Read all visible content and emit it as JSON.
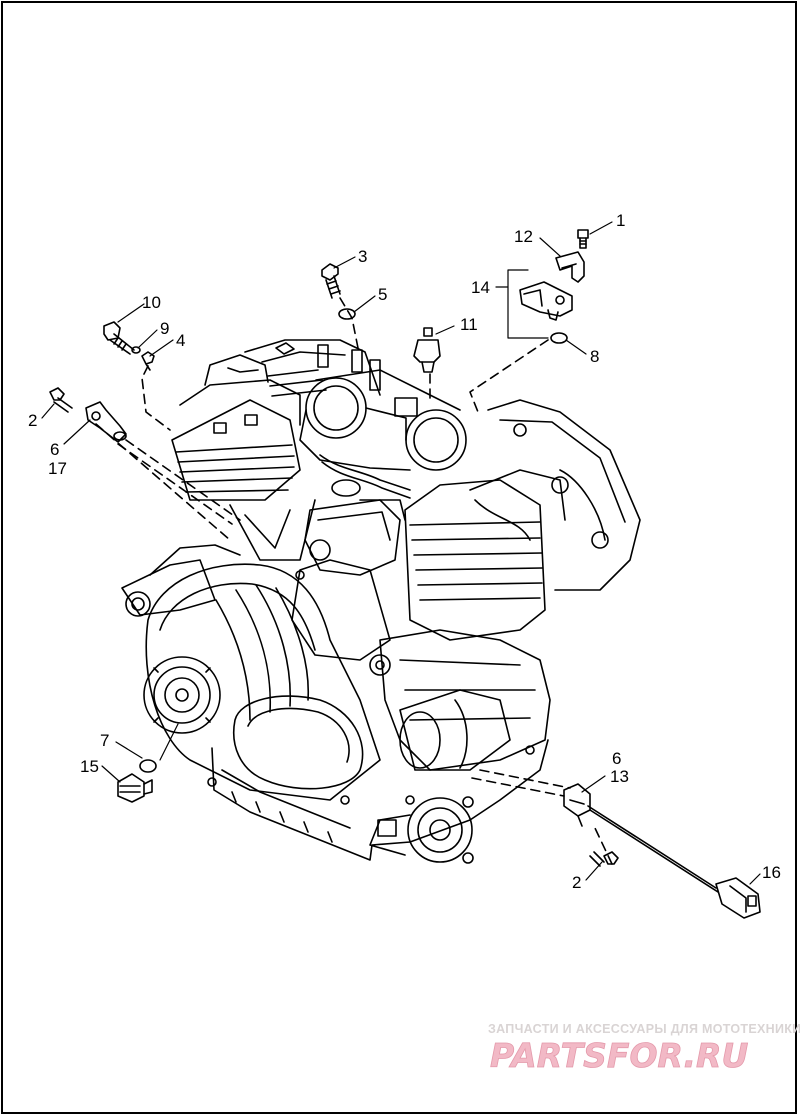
{
  "callouts": [
    {
      "id": "c1",
      "text": "1"
    },
    {
      "id": "c12",
      "text": "12"
    },
    {
      "id": "c3",
      "text": "3"
    },
    {
      "id": "c14",
      "text": "14"
    },
    {
      "id": "c5",
      "text": "5"
    },
    {
      "id": "c10",
      "text": "10"
    },
    {
      "id": "c11",
      "text": "11"
    },
    {
      "id": "c9",
      "text": "9"
    },
    {
      "id": "c4",
      "text": "4"
    },
    {
      "id": "c8",
      "text": "8"
    },
    {
      "id": "c2a",
      "text": "2"
    },
    {
      "id": "c6a",
      "text": "6"
    },
    {
      "id": "c17",
      "text": "17"
    },
    {
      "id": "c7",
      "text": "7"
    },
    {
      "id": "c15",
      "text": "15"
    },
    {
      "id": "c6b",
      "text": "6"
    },
    {
      "id": "c13",
      "text": "13"
    },
    {
      "id": "c16",
      "text": "16"
    },
    {
      "id": "c2b",
      "text": "2"
    }
  ],
  "watermark": {
    "caption": "ЗАПЧАСТИ И АКСЕССУАРЫ ДЛЯ МОТОТЕХНИКИ",
    "logo_text": "PARTSFOR.RU",
    "color_main": "#f2b9c6",
    "color_caption": "#d9d4d4"
  }
}
